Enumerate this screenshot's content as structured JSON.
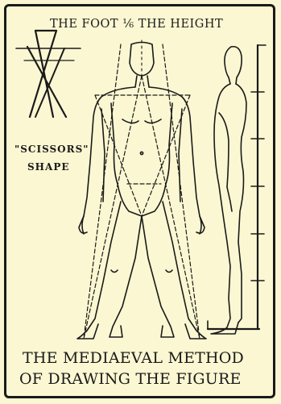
{
  "header": {
    "title": "THE FOOT ⅙ THE HEIGHT"
  },
  "labels": {
    "scissors_line1": "\"SCISSORS\"",
    "scissors_line2": "SHAPE"
  },
  "caption": {
    "line1": "THE MEDIAEVAL METHOD",
    "line2": "OF DRAWING THE FIGURE"
  },
  "colors": {
    "paper": "#fbf7d2",
    "ink": "#1a1a1a"
  }
}
